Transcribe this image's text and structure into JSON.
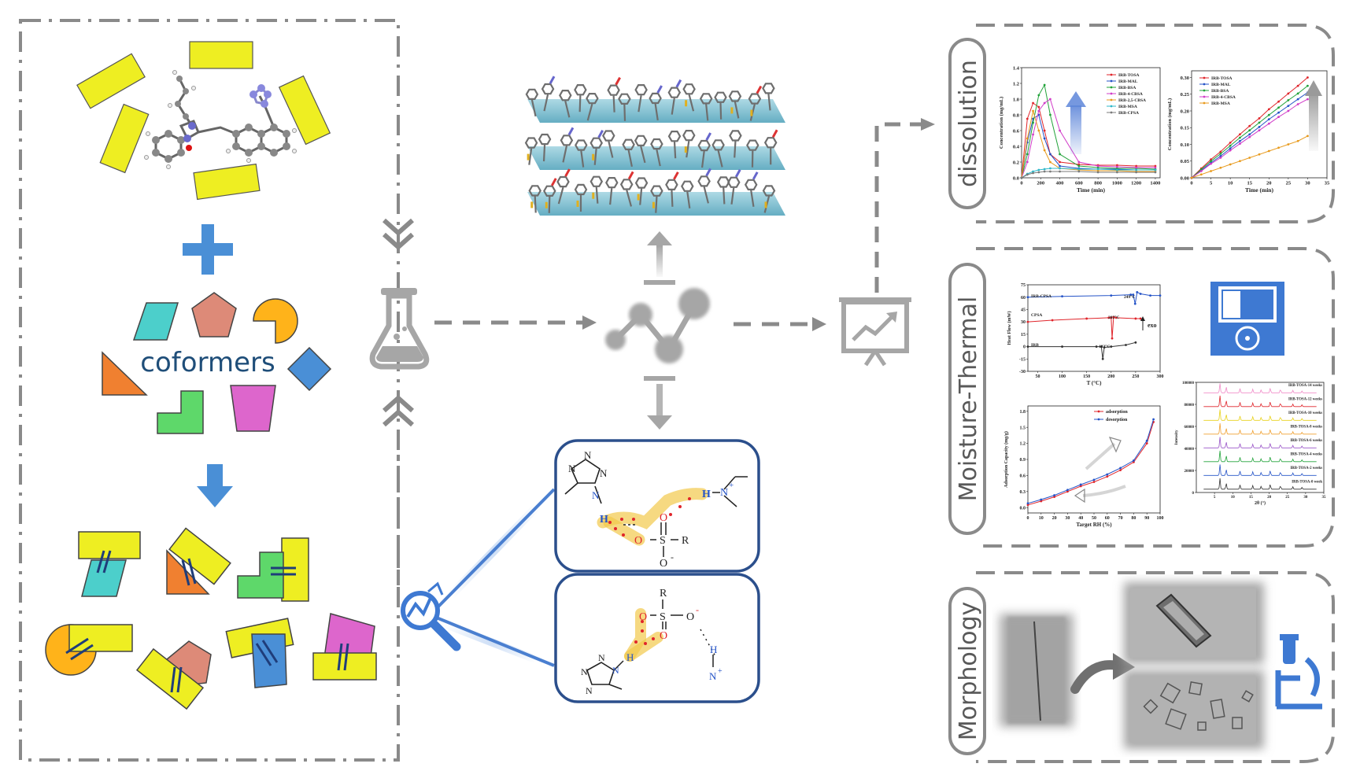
{
  "coformers_label": "coformers",
  "panels": {
    "dissolution": {
      "label": "dissolution"
    },
    "moisture_thermal": {
      "label": "Moisture-Thermal"
    },
    "morphology": {
      "label": "Morphology"
    }
  },
  "colors": {
    "yellow": "#EEEE22",
    "teal": "#4CCFCB",
    "salmon": "#DD8A78",
    "orange_pie": "#FFB31A",
    "orange_tri": "#F08030",
    "blue_diamond": "#4A8FD6",
    "green": "#5ED86A",
    "magenta": "#DD66CC",
    "accent_blue": "#4A8FD6",
    "dash_gray": "#8A8A8A",
    "icon_gray": "#A6A6A6",
    "navy": "#2B4F8C",
    "disk_blue": "#3E79D2"
  },
  "icons": [
    "flask-icon",
    "network-icon",
    "presentation-chart-icon",
    "magnifier-icon",
    "floppy-disk-icon",
    "microscope-icon",
    "plus-icon",
    "down-arrow-icon",
    "double-chevron-down-icon",
    "double-chevron-up-icon"
  ],
  "chem_top": {
    "ring_atoms": [
      "N",
      "N",
      "N",
      "N"
    ],
    "H_donor": "H",
    "H_right": "H",
    "N_plus": "N",
    "plus": "+",
    "O_top": "O",
    "O_left": "O",
    "S": "S",
    "R": "R",
    "O_bottom": "O",
    "minus": "-"
  },
  "chem_bottom": {
    "R": "R",
    "O_left": "O",
    "S": "S",
    "O_right": "O",
    "minus": "-",
    "O_bottom": "O",
    "H": "H",
    "H_right": "H",
    "N_plus": "N",
    "plus": "+",
    "ring_atoms": [
      "N",
      "N",
      "N",
      "N"
    ]
  },
  "chart_data": [
    {
      "type": "line",
      "title": "",
      "xlabel": "Time (min)",
      "ylabel": "Concentration (mg/mL)",
      "xlim": [
        0,
        1450
      ],
      "ylim": [
        0,
        1.4
      ],
      "xticks": [
        "0",
        "200",
        "400",
        "600",
        "800",
        "1000",
        "1200",
        "1400"
      ],
      "yticks": [
        "0.0",
        "0.2",
        "0.4",
        "0.6",
        "0.8",
        "1.0",
        "1.2",
        "1.4"
      ],
      "legend": "top-right",
      "series": [
        {
          "name": "IRB-TOSA",
          "color": "#E0252B",
          "x": [
            0,
            60,
            120,
            180,
            240,
            300,
            400,
            600,
            800,
            1000,
            1200,
            1400
          ],
          "y": [
            0,
            0.75,
            0.95,
            0.9,
            0.6,
            0.3,
            0.2,
            0.17,
            0.16,
            0.16,
            0.15,
            0.15
          ]
        },
        {
          "name": "IRB-MAL",
          "color": "#2453C7",
          "x": [
            0,
            60,
            120,
            180,
            240,
            300,
            400,
            600,
            800,
            1000,
            1200,
            1400
          ],
          "y": [
            0,
            0.45,
            0.75,
            0.8,
            0.5,
            0.3,
            0.15,
            0.12,
            0.11,
            0.11,
            0.1,
            0.1
          ]
        },
        {
          "name": "IRB-BSA",
          "color": "#22A33A",
          "x": [
            0,
            60,
            120,
            180,
            240,
            300,
            400,
            600,
            800,
            1000,
            1200,
            1400
          ],
          "y": [
            0,
            0.3,
            0.7,
            1.05,
            1.18,
            0.8,
            0.3,
            0.15,
            0.13,
            0.12,
            0.12,
            0.11
          ]
        },
        {
          "name": "IRB-4-CBSA",
          "color": "#D13CC8",
          "x": [
            0,
            60,
            120,
            180,
            240,
            300,
            400,
            600,
            800,
            1000,
            1200,
            1400
          ],
          "y": [
            0,
            0.2,
            0.55,
            0.85,
            0.95,
            1.0,
            0.6,
            0.2,
            0.15,
            0.14,
            0.13,
            0.13
          ]
        },
        {
          "name": "IRB-2,5-CBSA",
          "color": "#E89A1C",
          "x": [
            0,
            60,
            120,
            180,
            240,
            300,
            400,
            600,
            800,
            1000,
            1200,
            1400
          ],
          "y": [
            0,
            0.5,
            0.85,
            0.6,
            0.35,
            0.2,
            0.12,
            0.1,
            0.09,
            0.09,
            0.08,
            0.08
          ]
        },
        {
          "name": "IRB-MSA",
          "color": "#2FB8C9",
          "x": [
            0,
            60,
            120,
            180,
            240,
            300,
            400,
            600,
            800,
            1000,
            1200,
            1400
          ],
          "y": [
            0,
            0.05,
            0.08,
            0.1,
            0.11,
            0.12,
            0.12,
            0.11,
            0.11,
            0.1,
            0.1,
            0.1
          ]
        },
        {
          "name": "IRB-CPSA",
          "color": "#7A7A7A",
          "x": [
            0,
            60,
            120,
            180,
            240,
            300,
            400,
            600,
            800,
            1000,
            1200,
            1400
          ],
          "y": [
            0,
            0.04,
            0.06,
            0.07,
            0.08,
            0.08,
            0.08,
            0.08,
            0.07,
            0.07,
            0.07,
            0.07
          ]
        }
      ]
    },
    {
      "type": "line",
      "title": "",
      "xlabel": "Time (min)",
      "ylabel": "Concentration (mg/mL)",
      "xlim": [
        0,
        35
      ],
      "ylim": [
        0,
        0.32
      ],
      "xticks": [
        "0",
        "5",
        "10",
        "15",
        "20",
        "25",
        "30",
        "35"
      ],
      "yticks": [
        "0.00",
        "0.05",
        "0.10",
        "0.15",
        "0.20",
        "0.25",
        "0.30"
      ],
      "legend": "top-left",
      "series": [
        {
          "name": "IRB-TOSA",
          "color": "#E0252B",
          "x": [
            0,
            2.5,
            5,
            7.5,
            10,
            12.5,
            15,
            17.5,
            20,
            22.5,
            25,
            27.5,
            30
          ],
          "y": [
            0,
            0.028,
            0.055,
            0.078,
            0.105,
            0.13,
            0.155,
            0.178,
            0.205,
            0.228,
            0.252,
            0.275,
            0.3
          ]
        },
        {
          "name": "IRB-MAL",
          "color": "#2453C7",
          "x": [
            0,
            2.5,
            5,
            7.5,
            10,
            12.5,
            15,
            17.5,
            20,
            22.5,
            25,
            27.5,
            30
          ],
          "y": [
            0,
            0.022,
            0.045,
            0.065,
            0.088,
            0.11,
            0.13,
            0.152,
            0.175,
            0.195,
            0.215,
            0.235,
            0.255
          ]
        },
        {
          "name": "IRB-BSA",
          "color": "#22A33A",
          "x": [
            0,
            2.5,
            5,
            7.5,
            10,
            12.5,
            15,
            17.5,
            20,
            22.5,
            25,
            27.5,
            30
          ],
          "y": [
            0,
            0.025,
            0.05,
            0.072,
            0.096,
            0.12,
            0.142,
            0.165,
            0.188,
            0.21,
            0.232,
            0.252,
            0.275
          ]
        },
        {
          "name": "IRB-4-CBSA",
          "color": "#D13CC8",
          "x": [
            0,
            2.5,
            5,
            7.5,
            10,
            12.5,
            15,
            17.5,
            20,
            22.5,
            25,
            27.5,
            30
          ],
          "y": [
            0,
            0.02,
            0.042,
            0.06,
            0.082,
            0.102,
            0.122,
            0.142,
            0.162,
            0.182,
            0.2,
            0.22,
            0.235
          ]
        },
        {
          "name": "IRB-MSA",
          "color": "#E89A1C",
          "x": [
            0,
            2.5,
            5,
            7.5,
            10,
            12.5,
            15,
            17.5,
            20,
            22.5,
            25,
            27.5,
            30
          ],
          "y": [
            0,
            0.01,
            0.02,
            0.03,
            0.04,
            0.05,
            0.06,
            0.07,
            0.08,
            0.09,
            0.1,
            0.11,
            0.125
          ]
        }
      ]
    },
    {
      "type": "line",
      "title": "",
      "xlabel": "T (°C)",
      "ylabel": "Heat Flow (mW)",
      "xlim": [
        30,
        300
      ],
      "ylim": [
        -30,
        75
      ],
      "xticks": [
        "50",
        "100",
        "150",
        "200",
        "250",
        "300"
      ],
      "yticks": [
        "-30",
        "-15",
        "0",
        "15",
        "30",
        "45",
        "60",
        "75"
      ],
      "legend": "none",
      "series": [
        {
          "name": "IRB-CPSA",
          "color": "#2453C7",
          "x": [
            30,
            100,
            200,
            240,
            245,
            249,
            253,
            260,
            280,
            300
          ],
          "y": [
            60,
            61,
            62,
            63,
            63,
            52,
            66,
            64,
            62,
            62
          ]
        },
        {
          "name": "CPSA",
          "color": "#E0252B",
          "x": [
            30,
            80,
            150,
            195,
            200,
            202,
            205,
            210,
            250,
            260
          ],
          "y": [
            30,
            32,
            34,
            35,
            35,
            10,
            36,
            35,
            34,
            34
          ]
        },
        {
          "name": "IRB",
          "color": "#333333",
          "x": [
            30,
            100,
            170,
            180,
            183,
            186,
            200,
            230,
            250
          ],
          "y": [
            0,
            0,
            0,
            0,
            -15,
            -1,
            0,
            2,
            5
          ]
        }
      ],
      "annotations": [
        "IRB-CPSA",
        "249°C",
        "CPSA",
        "202°C",
        "exo",
        "IRB",
        "183°C"
      ]
    },
    {
      "type": "line",
      "title": "",
      "xlabel": "Target RH (%)",
      "ylabel": "Adsorption Capacity (mg/g)",
      "xlim": [
        0,
        100
      ],
      "ylim": [
        -0.1,
        1.9
      ],
      "xticks": [
        "0",
        "10",
        "20",
        "30",
        "40",
        "50",
        "60",
        "70",
        "80",
        "90",
        "100"
      ],
      "yticks": [
        "0.0",
        "0.3",
        "0.6",
        "0.9",
        "1.2",
        "1.5",
        "1.8"
      ],
      "legend": "top-center",
      "series": [
        {
          "name": "adsorption",
          "color": "#E0252B",
          "x": [
            0,
            10,
            20,
            30,
            40,
            50,
            60,
            70,
            80,
            90,
            95
          ],
          "y": [
            0.05,
            0.12,
            0.2,
            0.3,
            0.4,
            0.48,
            0.58,
            0.7,
            0.85,
            1.2,
            1.6
          ]
        },
        {
          "name": "desorption",
          "color": "#2453C7",
          "x": [
            0,
            10,
            20,
            30,
            40,
            50,
            60,
            70,
            80,
            90,
            95
          ],
          "y": [
            0.08,
            0.15,
            0.23,
            0.33,
            0.43,
            0.52,
            0.62,
            0.74,
            0.88,
            1.25,
            1.65
          ]
        }
      ]
    },
    {
      "type": "line",
      "title": "",
      "xlabel": "2θ (°)",
      "ylabel": "Intensity",
      "xlim": [
        0,
        35
      ],
      "ylim": [
        0,
        100000
      ],
      "xticks": [
        "5",
        "10",
        "15",
        "20",
        "25",
        "30",
        "35"
      ],
      "yticks": [
        "0",
        "20000",
        "40000",
        "60000",
        "80000",
        "100000"
      ],
      "legend": "inline-right",
      "series": [
        {
          "name": "IRB-TOSA-14 weeks",
          "color": "#F08BC8"
        },
        {
          "name": "IRB-TOSA-12 weeks",
          "color": "#E0252B"
        },
        {
          "name": "IRB-TOSA-10 weeks",
          "color": "#E8D21C"
        },
        {
          "name": "IRB-TOSA-8 weeks",
          "color": "#F0A030"
        },
        {
          "name": "IRB-TOSA-6 weeks",
          "color": "#9A55C8"
        },
        {
          "name": "IRB-TOSA-4 weeks",
          "color": "#22A33A"
        },
        {
          "name": "IRB-TOSA-2 weeks",
          "color": "#2453C7"
        },
        {
          "name": "IRB-TOSA-0 week",
          "color": "#333333"
        }
      ]
    }
  ]
}
